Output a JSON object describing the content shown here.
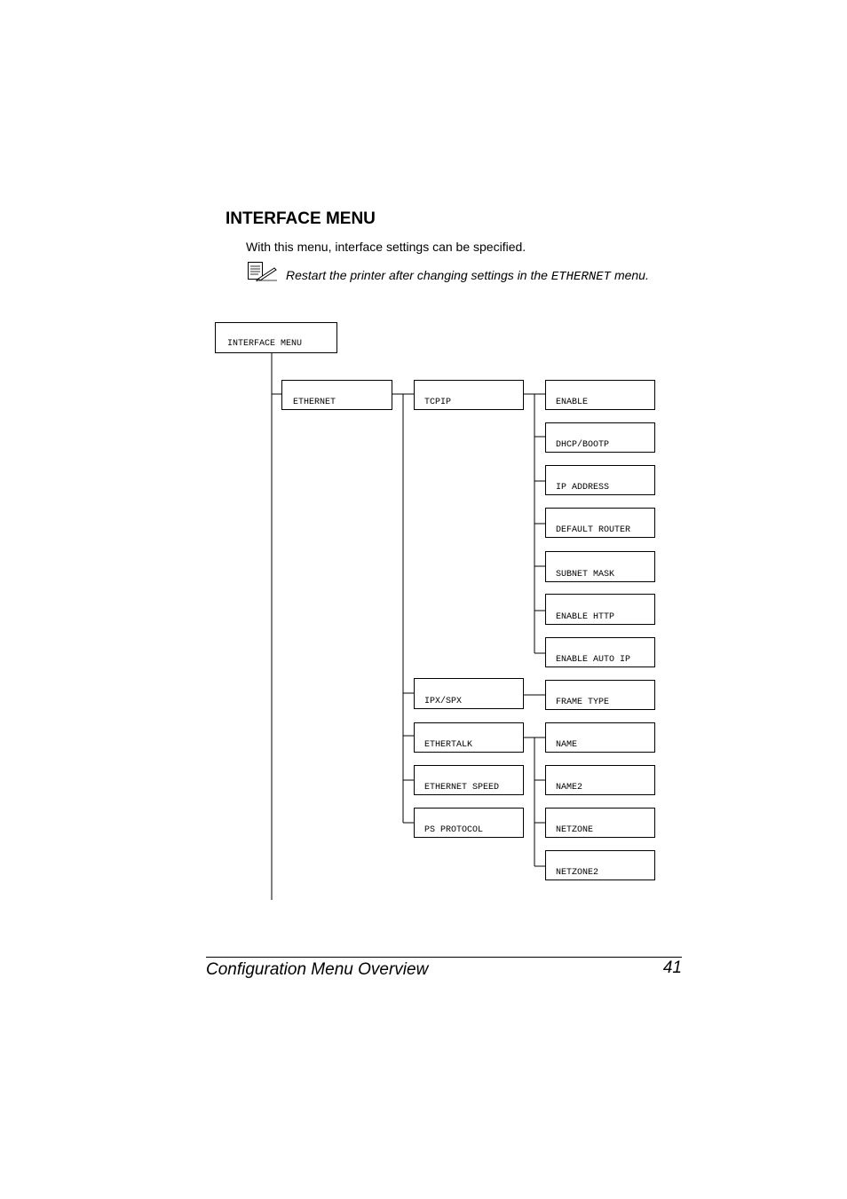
{
  "section": {
    "heading": "INTERFACE MENU",
    "intro": "With this menu, interface settings can be specified.",
    "note_pre": "Restart the printer after changing settings in the ",
    "note_code": "ETHERNET",
    "note_post": " menu.",
    "note_icon": "note-pencil-icon"
  },
  "diagram": {
    "root": "INTERFACE MENU",
    "level1": [
      "ETHERNET"
    ],
    "level2": [
      "TCPIP",
      "IPX/SPX",
      "ETHERTALK",
      "ETHERNET SPEED",
      "PS PROTOCOL"
    ],
    "tcpip_items": [
      "ENABLE",
      "DHCP/BOOTP",
      "IP ADDRESS",
      "DEFAULT ROUTER",
      "SUBNET MASK",
      "ENABLE HTTP",
      "ENABLE AUTO IP"
    ],
    "ipxspx_items": [
      "FRAME TYPE"
    ],
    "ethertalk_items": [
      "NAME",
      "NAME2",
      "NETZONE",
      "NETZONE2"
    ]
  },
  "footer": {
    "title": "Configuration Menu Overview",
    "page": "41"
  }
}
